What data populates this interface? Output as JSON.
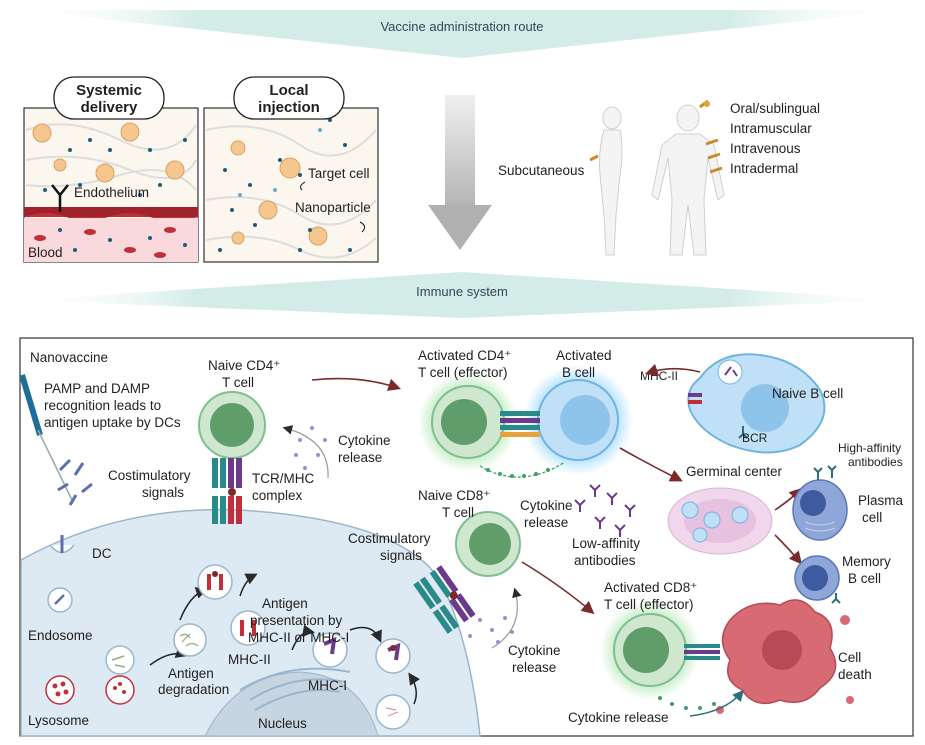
{
  "banners": {
    "route": "Vaccine administration route",
    "immune": "Immune system"
  },
  "top_panel": {
    "systemic_title_1": "Systemic",
    "systemic_title_2": "delivery",
    "local_title_1": "Local",
    "local_title_2": "injection",
    "endothelium": "Endothelium",
    "blood": "Blood",
    "target_cell": "Target cell",
    "nanoparticle": "Nanoparticle",
    "subcutaneous": "Subcutaneous",
    "routes": [
      "Oral/sublingual",
      "Intramuscular",
      "Intravenous",
      "Intradermal"
    ]
  },
  "bottom_panel": {
    "nanovaccine": "Nanovaccine",
    "pamp": [
      "PAMP and DAMP",
      "recognition leads to",
      "antigen uptake by DCs"
    ],
    "naive_cd4": [
      "Naive CD4⁺",
      "T cell"
    ],
    "cytokine_release": [
      "Cytokine",
      "release"
    ],
    "costim_1": [
      "Costimulatory",
      "signals"
    ],
    "tcr_mhc": [
      "TCR/MHC",
      "complex"
    ],
    "activated_cd4": [
      "Activated CD4⁺",
      "T cell (effector)"
    ],
    "activated_b": [
      "Activated",
      "B cell"
    ],
    "mhc2_top": "MHC-II",
    "naive_b": "Naive B cell",
    "bcr": "BCR",
    "germinal": "Germinal center",
    "high_affinity": [
      "High-affinity",
      "antibodies"
    ],
    "plasma": [
      "Plasma",
      "cell"
    ],
    "memory": [
      "Memory",
      "B cell"
    ],
    "naive_cd8": [
      "Naive CD8⁺",
      "T cell"
    ],
    "cytokine_release_2": [
      "Cytokine",
      "release"
    ],
    "costim_2": [
      "Costimulatory",
      "signals"
    ],
    "low_affinity": [
      "Low-affinity",
      "antibodies"
    ],
    "dc": "DC",
    "endosome": "Endosome",
    "lysosome": "Lysosome",
    "antigen_pres": [
      "Antigen",
      "presentation by",
      "MHC-II or MHC-I"
    ],
    "mhc2": "MHC-II",
    "mhc1": "MHC-I",
    "antigen_deg": [
      "Antigen",
      "degradation"
    ],
    "nucleus": "Nucleus",
    "cytokine_release_3": [
      "Cytokine",
      "release"
    ],
    "activated_cd8": [
      "Activated CD8⁺",
      "T cell (effector)"
    ],
    "cell_death": [
      "Cell",
      "death"
    ],
    "cytokine_release_4": "Cytokine release"
  },
  "colors": {
    "banner": "#cfeae6",
    "tcell_green": "#7fbf8f",
    "bcell_blue": "#6fb4e0",
    "dc_blue": "#dde9f3",
    "arrow_red": "#7a2a2a",
    "tumor": "#c7545f"
  }
}
